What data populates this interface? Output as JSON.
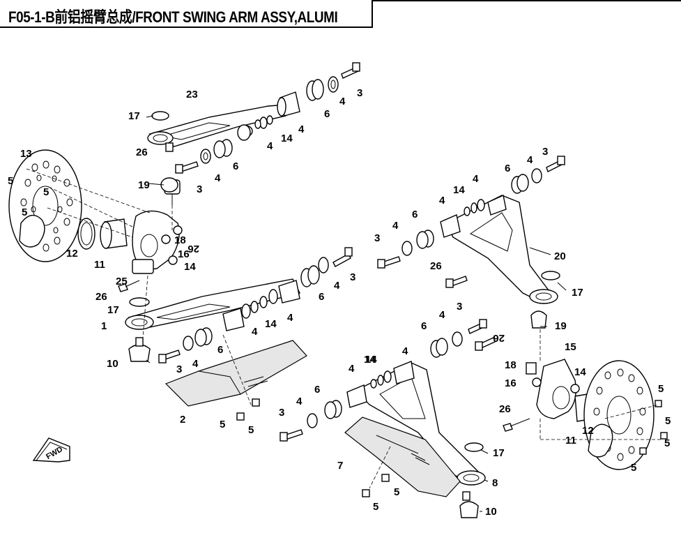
{
  "title": "F05-1-B前铝摇臂总成/FRONT SWING ARM ASSY,ALUMI",
  "fwd_label": "FWD",
  "callouts": [
    {
      "id": "c1",
      "text": "1"
    },
    {
      "id": "c2",
      "text": "2"
    },
    {
      "id": "c3a",
      "text": "3"
    },
    {
      "id": "c3b",
      "text": "3"
    },
    {
      "id": "c3c",
      "text": "3"
    },
    {
      "id": "c3d",
      "text": "3"
    },
    {
      "id": "c3e",
      "text": "3"
    },
    {
      "id": "c3f",
      "text": "3"
    },
    {
      "id": "c3g",
      "text": "3"
    },
    {
      "id": "c3h",
      "text": "3"
    },
    {
      "id": "c4a",
      "text": "4"
    },
    {
      "id": "c4b",
      "text": "4"
    },
    {
      "id": "c4c",
      "text": "4"
    },
    {
      "id": "c4d",
      "text": "4"
    },
    {
      "id": "c4e",
      "text": "4"
    },
    {
      "id": "c4f",
      "text": "4"
    },
    {
      "id": "c4g",
      "text": "4"
    },
    {
      "id": "c4h",
      "text": "4"
    },
    {
      "id": "c4i",
      "text": "4"
    },
    {
      "id": "c4j",
      "text": "4"
    },
    {
      "id": "c4k",
      "text": "4"
    },
    {
      "id": "c4l",
      "text": "4"
    },
    {
      "id": "c4m",
      "text": "4"
    },
    {
      "id": "c4n",
      "text": "4"
    },
    {
      "id": "c4o",
      "text": "4"
    },
    {
      "id": "c4p",
      "text": "4"
    },
    {
      "id": "c5a",
      "text": "5"
    },
    {
      "id": "c5b",
      "text": "5"
    },
    {
      "id": "c5c",
      "text": "5"
    },
    {
      "id": "c5d",
      "text": "5"
    },
    {
      "id": "c5e",
      "text": "5"
    },
    {
      "id": "c5f",
      "text": "5"
    },
    {
      "id": "c5g",
      "text": "5"
    },
    {
      "id": "c5h",
      "text": "5"
    },
    {
      "id": "c5i",
      "text": "5"
    },
    {
      "id": "c5j",
      "text": "5"
    },
    {
      "id": "c5k",
      "text": "5"
    },
    {
      "id": "c6a",
      "text": "6"
    },
    {
      "id": "c6b",
      "text": "6"
    },
    {
      "id": "c6c",
      "text": "6"
    },
    {
      "id": "c6d",
      "text": "6"
    },
    {
      "id": "c6e",
      "text": "6"
    },
    {
      "id": "c6f",
      "text": "6"
    },
    {
      "id": "c6g",
      "text": "6"
    },
    {
      "id": "c6h",
      "text": "6"
    },
    {
      "id": "c7",
      "text": "7"
    },
    {
      "id": "c8",
      "text": "8"
    },
    {
      "id": "c10a",
      "text": "10"
    },
    {
      "id": "c10b",
      "text": "10"
    },
    {
      "id": "c11a",
      "text": "11"
    },
    {
      "id": "c11b",
      "text": "11"
    },
    {
      "id": "c12a",
      "text": "12"
    },
    {
      "id": "c12b",
      "text": "12"
    },
    {
      "id": "c13",
      "text": "13"
    },
    {
      "id": "c14a",
      "text": "14"
    },
    {
      "id": "c14b",
      "text": "14"
    },
    {
      "id": "c14c",
      "text": "14"
    },
    {
      "id": "c14d",
      "text": "14"
    },
    {
      "id": "c14e",
      "text": "14"
    },
    {
      "id": "c14f",
      "text": "14"
    },
    {
      "id": "c14g",
      "text": "14"
    },
    {
      "id": "c15",
      "text": "15"
    },
    {
      "id": "c16a",
      "text": "16"
    },
    {
      "id": "c16b",
      "text": "16"
    },
    {
      "id": "c17a",
      "text": "17"
    },
    {
      "id": "c17b",
      "text": "17"
    },
    {
      "id": "c17c",
      "text": "17"
    },
    {
      "id": "c17d",
      "text": "17"
    },
    {
      "id": "c18a",
      "text": "18"
    },
    {
      "id": "c18b",
      "text": "18"
    },
    {
      "id": "c19a",
      "text": "19"
    },
    {
      "id": "c19b",
      "text": "19"
    },
    {
      "id": "c20",
      "text": "20"
    },
    {
      "id": "c23",
      "text": "23"
    },
    {
      "id": "c25",
      "text": "25"
    },
    {
      "id": "c26a",
      "text": "26"
    },
    {
      "id": "c26b",
      "text": "26"
    },
    {
      "id": "c26c",
      "text": "26"
    },
    {
      "id": "c26d",
      "text": "26"
    },
    {
      "id": "c26e",
      "text": "26"
    },
    {
      "id": "c26f",
      "text": "26"
    }
  ]
}
